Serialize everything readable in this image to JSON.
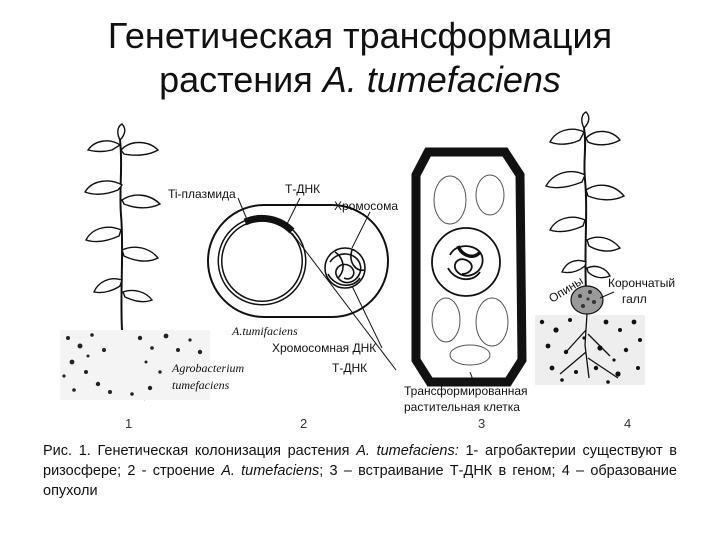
{
  "title": {
    "line1": "Генетическая трансформация",
    "line2_prefix": "растения ",
    "line2_species": "A. tumefaciens"
  },
  "figure": {
    "panel1": {
      "number": "1",
      "label_line1": "Agrobacterium",
      "label_line2": "tumefaciens"
    },
    "panel2": {
      "number": "2",
      "ti_plasmid": "Ti-плазмида",
      "t_dna": "Т-ДНК",
      "chromosome": "Хромосома",
      "species": "A.tumifaciens",
      "chromosomal_dna": "Хромосомная ДНК",
      "t_dna_bottom": "Т-ДНК"
    },
    "panel3": {
      "number": "3",
      "cell_line1": "Трансформированная",
      "cell_line2": "растительная клетка"
    },
    "panel4": {
      "number": "4",
      "opines": "Опины",
      "gall_line1": "Корончатый",
      "gall_line2": "галл"
    }
  },
  "caption": {
    "part1": "Рис. 1. Генетическая колонизация растения ",
    "species1": "A. tumefaciens:",
    "part2": " 1- агробактерии существуют в ризосфере; 2 - строение ",
    "species2": "A. tumefaciens",
    "part3": "; 3 – встраивание Т-ДНК в геном; 4 – образование опухоли"
  }
}
